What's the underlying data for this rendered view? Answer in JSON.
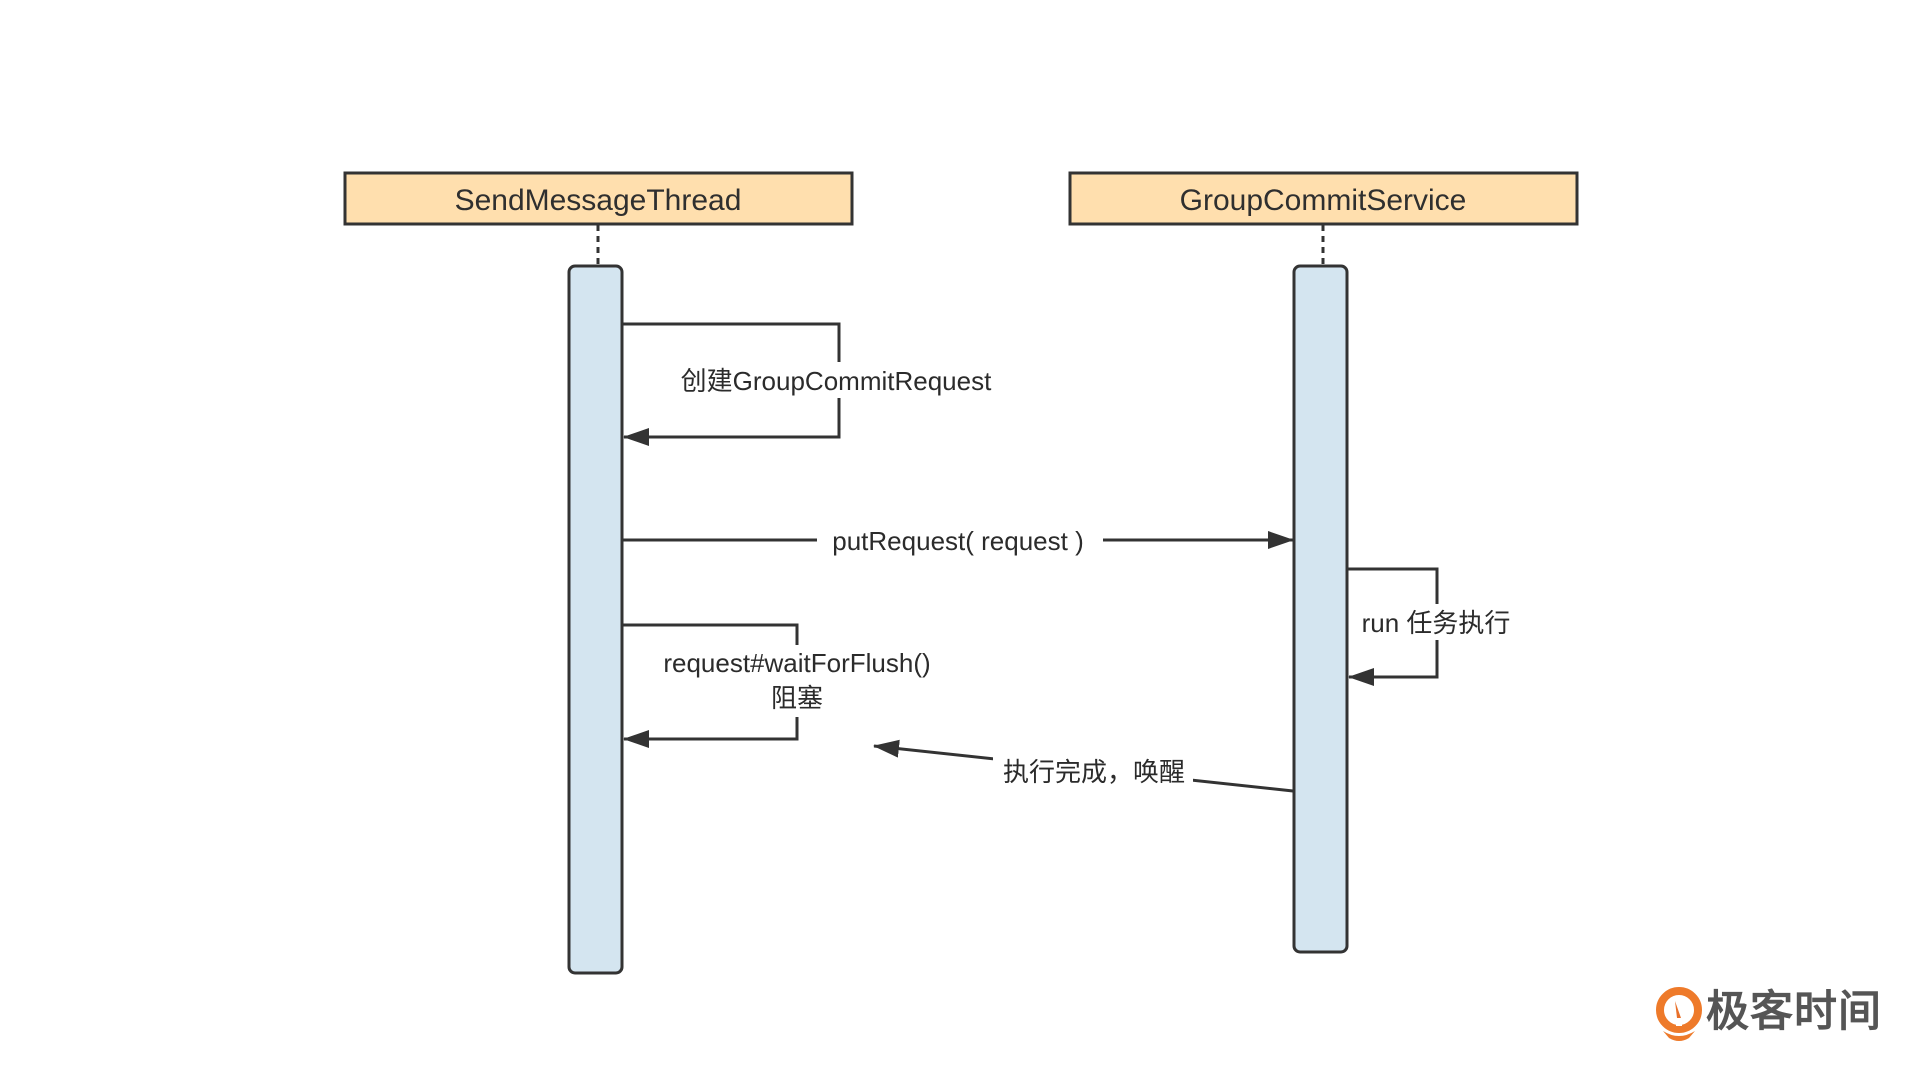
{
  "diagram": {
    "type": "sequence",
    "colors": {
      "participant_fill": "#FFDFAE",
      "activation_fill": "#D4E5F0",
      "stroke": "#333333",
      "text": "#2b2b2b"
    },
    "participants": [
      {
        "id": "sender",
        "label": "SendMessageThread"
      },
      {
        "id": "service",
        "label": "GroupCommitService"
      }
    ],
    "messages": [
      {
        "from": "sender",
        "to": "sender",
        "kind": "self",
        "label": "创建GroupCommitRequest"
      },
      {
        "from": "sender",
        "to": "service",
        "kind": "sync",
        "label": "putRequest( request )"
      },
      {
        "from": "service",
        "to": "service",
        "kind": "self",
        "label": "run 任务执行"
      },
      {
        "from": "sender",
        "to": "sender",
        "kind": "self",
        "label_lines": [
          "request#waitForFlush()",
          "阻塞"
        ]
      },
      {
        "from": "service",
        "to": "sender",
        "kind": "async-return",
        "label": "执行完成，唤醒"
      }
    ]
  },
  "watermark": {
    "icon": "geektime-logo-icon",
    "text": "极客时间",
    "color": "#EE7A2A"
  }
}
